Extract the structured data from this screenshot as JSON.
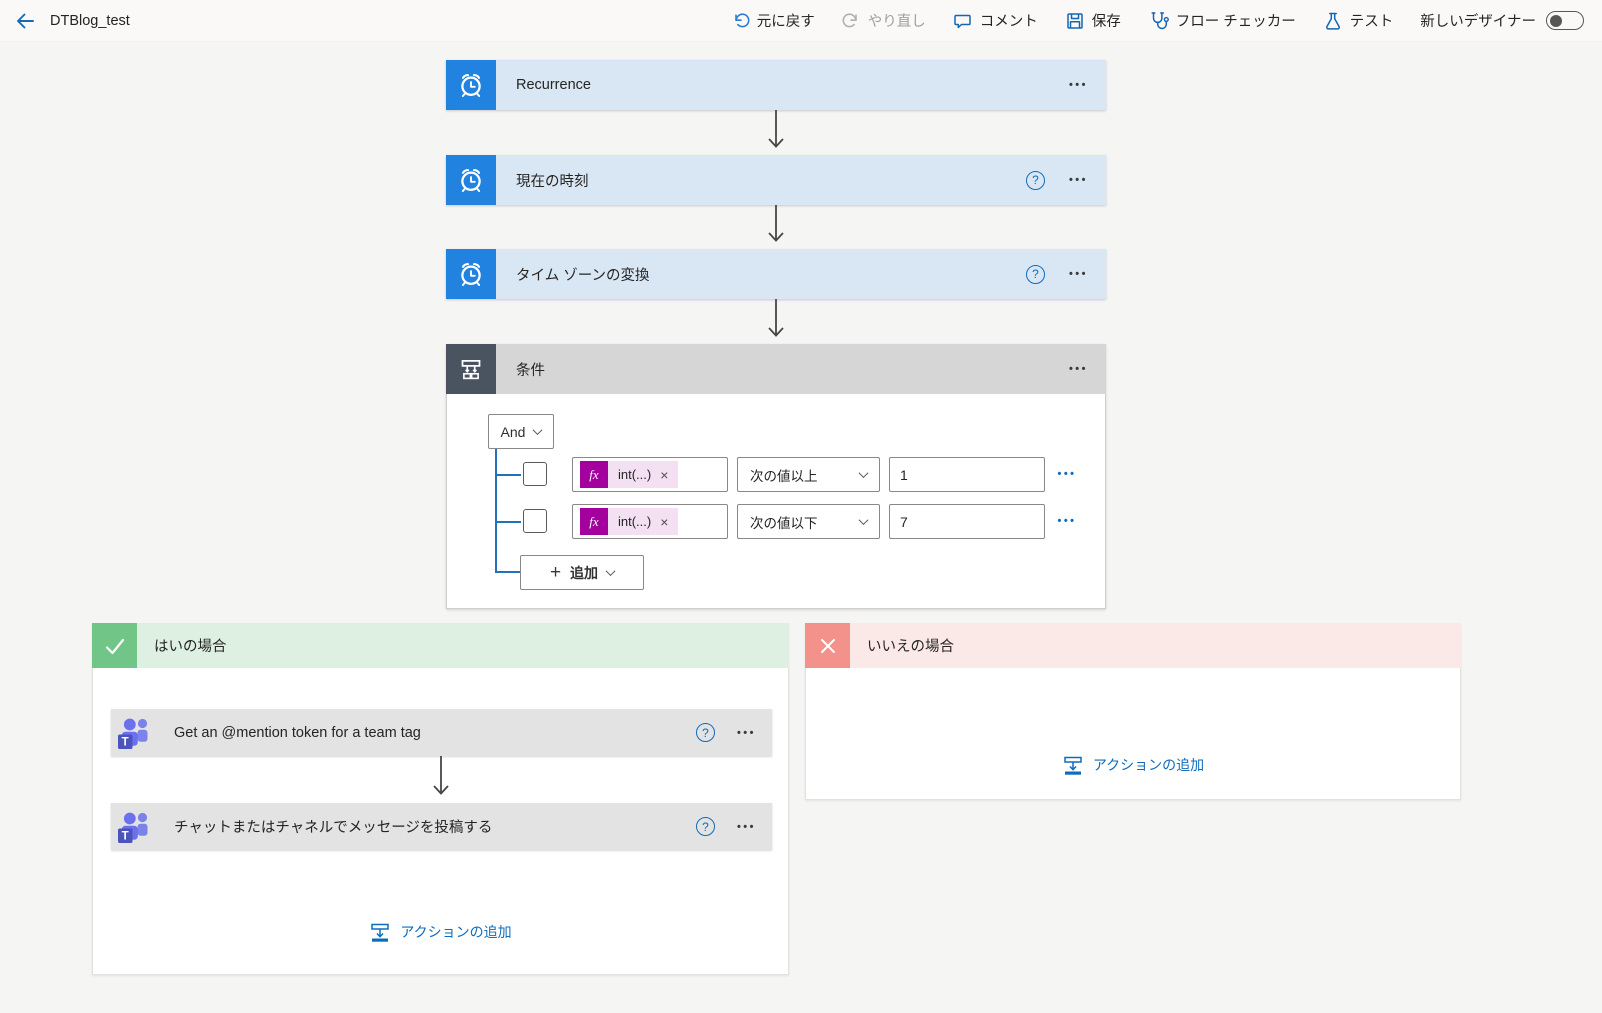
{
  "topbar": {
    "title": "DTBlog_test",
    "undo": "元に戻す",
    "redo": "やり直し",
    "comment": "コメント",
    "save": "保存",
    "flow_checker": "フロー チェッカー",
    "test": "テスト",
    "new_designer": "新しいデザイナー",
    "new_designer_toggle": "off"
  },
  "flow": {
    "steps": [
      {
        "title": "Recurrence"
      },
      {
        "title": "現在の時刻"
      },
      {
        "title": "タイム ゾーンの変換"
      }
    ],
    "condition": {
      "title": "条件",
      "operator": "And",
      "rows": [
        {
          "operand": "int(...)",
          "comparator": "次の値以上",
          "value": "1"
        },
        {
          "operand": "int(...)",
          "comparator": "次の値以下",
          "value": "7"
        }
      ],
      "add_label": "追加"
    },
    "branches": {
      "yes": {
        "label": "はいの場合",
        "actions": [
          {
            "title": "Get an @mention token for a team tag"
          },
          {
            "title": "チャットまたはチャネルでメッセージを投稿する"
          }
        ],
        "add_action": "アクションの追加"
      },
      "no": {
        "label": "いいえの場合",
        "add_action": "アクションの追加"
      }
    }
  },
  "icons": {
    "help": "?",
    "more": "•••",
    "fx": "fx",
    "close": "×",
    "plus": "+"
  },
  "colors": {
    "accent_blue": "#2182df",
    "step_body_blue": "#d9e7f5",
    "condition_icon_slate": "#4a5460",
    "condition_header_gray": "#d6d6d6",
    "yes_icon_green": "#71c687",
    "yes_header_green": "#def0e2",
    "no_icon_red": "#f2928a",
    "no_header_pink": "#fbe9e8",
    "fx_magenta": "#a4009d",
    "fx_pill_pink": "#f3e1f3",
    "link_blue": "#0f6cbd",
    "action_gray": "#e3e3e3"
  }
}
